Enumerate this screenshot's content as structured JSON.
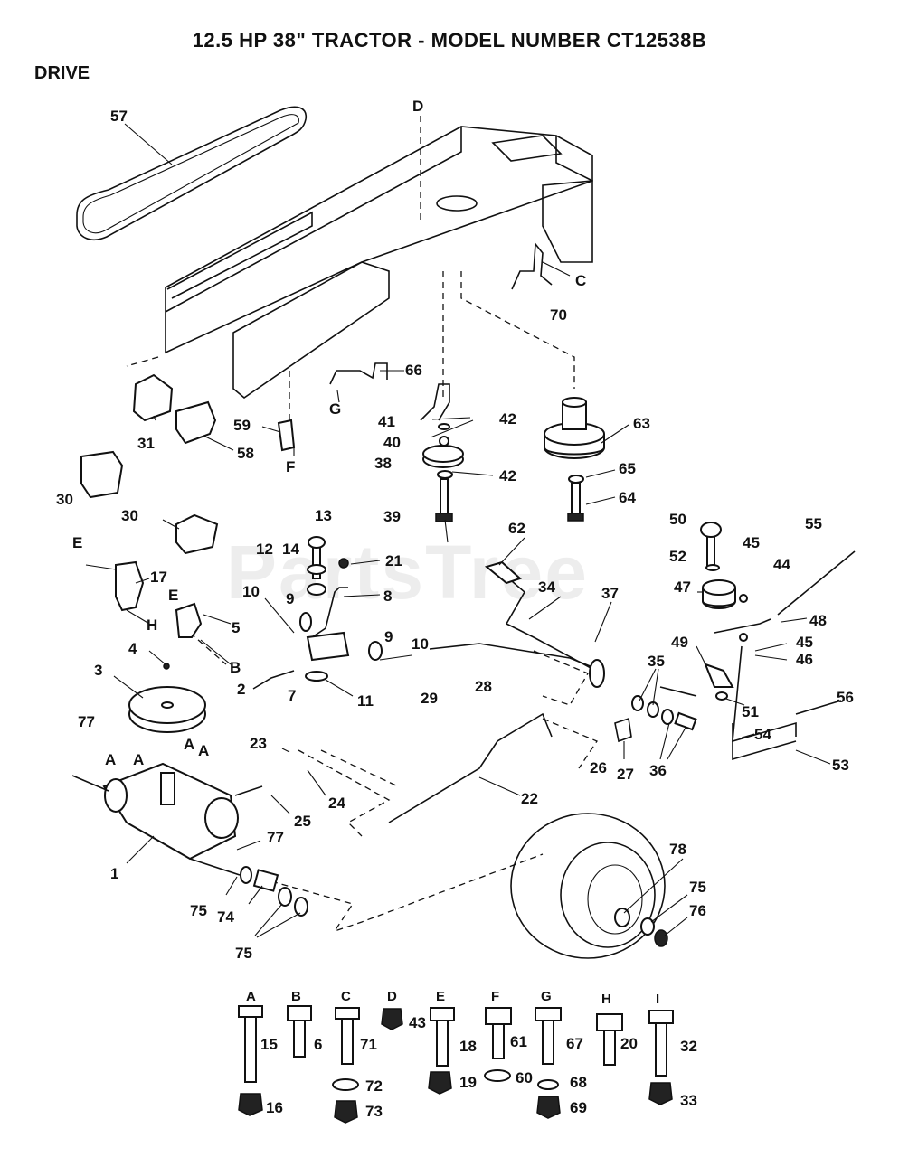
{
  "title": "12.5 HP 38\" TRACTOR - MODEL NUMBER CT12538B",
  "section": "DRIVE",
  "watermark": "PartsTree",
  "callouts": {
    "c57": "57",
    "cD": "D",
    "cC": "C",
    "c70": "70",
    "c66": "66",
    "cG": "G",
    "c41": "41",
    "c42a": "42",
    "c40": "40",
    "c38": "38",
    "c42b": "42",
    "c39": "39",
    "c63": "63",
    "c65": "65",
    "c64": "64",
    "c31": "31",
    "c58": "58",
    "c59": "59",
    "cF": "F",
    "c30a": "30",
    "c30b": "30",
    "c13": "13",
    "c21": "21",
    "c12": "12",
    "c14": "14",
    "c8": "8",
    "c10a": "10",
    "c9a": "9",
    "cE1": "E",
    "c17": "17",
    "cE2": "E",
    "c5": "5",
    "cH": "H",
    "cB": "B",
    "c4": "4",
    "c3": "3",
    "c2": "2",
    "c7": "7",
    "c9b": "9",
    "c10b": "10",
    "c11": "11",
    "c29": "29",
    "c28": "28",
    "c62": "62",
    "c34": "34",
    "c37": "37",
    "c50": "50",
    "c52": "52",
    "c45a": "45",
    "c44": "44",
    "c55": "55",
    "c47": "47",
    "c48": "48",
    "c49": "49",
    "c45b": "45",
    "c46": "46",
    "c35": "35",
    "c56": "56",
    "c51": "51",
    "c54": "54",
    "c53": "53",
    "c26": "26",
    "c27": "27",
    "c36": "36",
    "c77a": "77",
    "cA1": "A",
    "cA2": "A",
    "cA3": "A",
    "cA4": "A",
    "c23": "23",
    "c24": "24",
    "c25": "25",
    "c22": "22",
    "c77b": "77",
    "c1": "1",
    "c78": "78",
    "c75a": "75",
    "c76": "76",
    "c75b": "75",
    "c74": "74",
    "c75c": "75"
  },
  "hardware": [
    {
      "letter": "A",
      "bolt": "15",
      "nut": "16",
      "washer": ""
    },
    {
      "letter": "B",
      "bolt": "6",
      "nut": "",
      "washer": ""
    },
    {
      "letter": "C",
      "bolt": "71",
      "nut": "73",
      "washer": "72"
    },
    {
      "letter": "D",
      "bolt": "43",
      "nut": "",
      "washer": ""
    },
    {
      "letter": "E",
      "bolt": "18",
      "nut": "19",
      "washer": ""
    },
    {
      "letter": "F",
      "bolt": "61",
      "nut": "",
      "washer": "60"
    },
    {
      "letter": "G",
      "bolt": "67",
      "nut": "69",
      "washer": "68"
    },
    {
      "letter": "H",
      "bolt": "20",
      "nut": "",
      "washer": ""
    },
    {
      "letter": "I",
      "bolt": "32",
      "nut": "33",
      "washer": ""
    }
  ]
}
